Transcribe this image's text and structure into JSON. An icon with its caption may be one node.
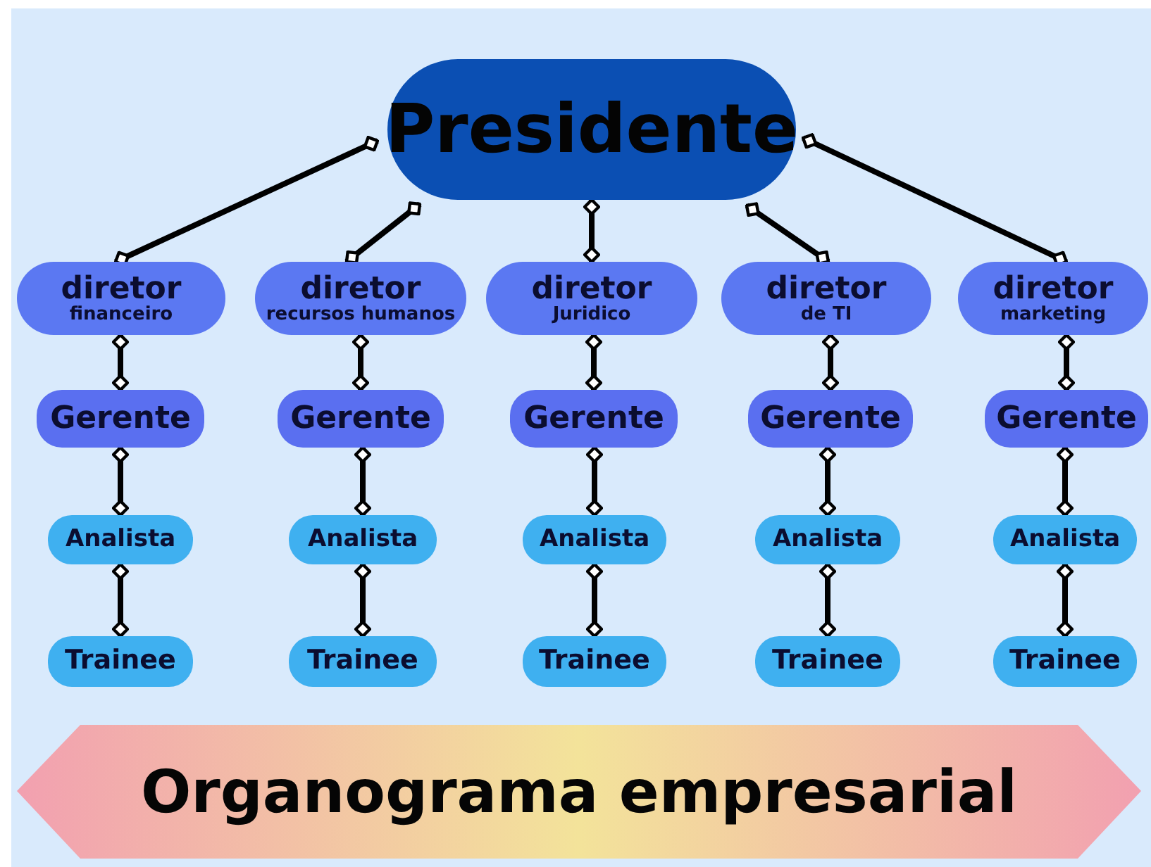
{
  "diagram": {
    "title": "Organograma empresarial",
    "nodes": [
      {
        "text": [
          "Presidente"
        ]
      },
      {
        "text": [
          "diretor",
          "financeiro"
        ]
      },
      {
        "text": [
          "diretor",
          "recursos humanos"
        ]
      },
      {
        "text": [
          "diretor",
          "Juridico"
        ]
      },
      {
        "text": [
          "diretor",
          "de TI"
        ]
      },
      {
        "text": [
          "diretor",
          "marketing"
        ]
      },
      {
        "text": [
          "Gerente"
        ]
      },
      {
        "text": [
          "Gerente"
        ]
      },
      {
        "text": [
          "Gerente"
        ]
      },
      {
        "text": [
          "Gerente"
        ]
      },
      {
        "text": [
          "Gerente"
        ]
      },
      {
        "text": [
          "Analista"
        ]
      },
      {
        "text": [
          "Analista"
        ]
      },
      {
        "text": [
          "Analista"
        ]
      },
      {
        "text": [
          "Analista"
        ]
      },
      {
        "text": [
          "Analista"
        ]
      },
      {
        "text": [
          "Trainee"
        ]
      },
      {
        "text": [
          "Trainee"
        ]
      },
      {
        "text": [
          "Trainee"
        ]
      },
      {
        "text": [
          "Trainee"
        ]
      },
      {
        "text": [
          "Trainee"
        ]
      }
    ],
    "edges": [
      {
        "from": 0,
        "to": 1,
        "arrow": "other"
      },
      {
        "from": 0,
        "to": 2,
        "arrow": "other"
      },
      {
        "from": 0,
        "to": 3,
        "arrow": "other"
      },
      {
        "from": 0,
        "to": 4,
        "arrow": "other"
      },
      {
        "from": 0,
        "to": 5,
        "arrow": "other"
      },
      {
        "from": 1,
        "to": 6,
        "arrow": "other"
      },
      {
        "from": 2,
        "to": 7,
        "arrow": "other"
      },
      {
        "from": 3,
        "to": 8,
        "arrow": "other"
      },
      {
        "from": 4,
        "to": 9,
        "arrow": "other"
      },
      {
        "from": 5,
        "to": 10,
        "arrow": "other"
      },
      {
        "from": 6,
        "to": 11,
        "arrow": "other"
      },
      {
        "from": 7,
        "to": 12,
        "arrow": "other"
      },
      {
        "from": 8,
        "to": 13,
        "arrow": "other"
      },
      {
        "from": 9,
        "to": 14,
        "arrow": "other"
      },
      {
        "from": 10,
        "to": 15,
        "arrow": "other"
      },
      {
        "from": 11,
        "to": 16,
        "arrow": "other"
      },
      {
        "from": 12,
        "to": 17,
        "arrow": "other"
      },
      {
        "from": 13,
        "to": 18,
        "arrow": "other"
      },
      {
        "from": 14,
        "to": 19,
        "arrow": "other"
      },
      {
        "from": 15,
        "to": 20,
        "arrow": "other"
      }
    ]
  }
}
